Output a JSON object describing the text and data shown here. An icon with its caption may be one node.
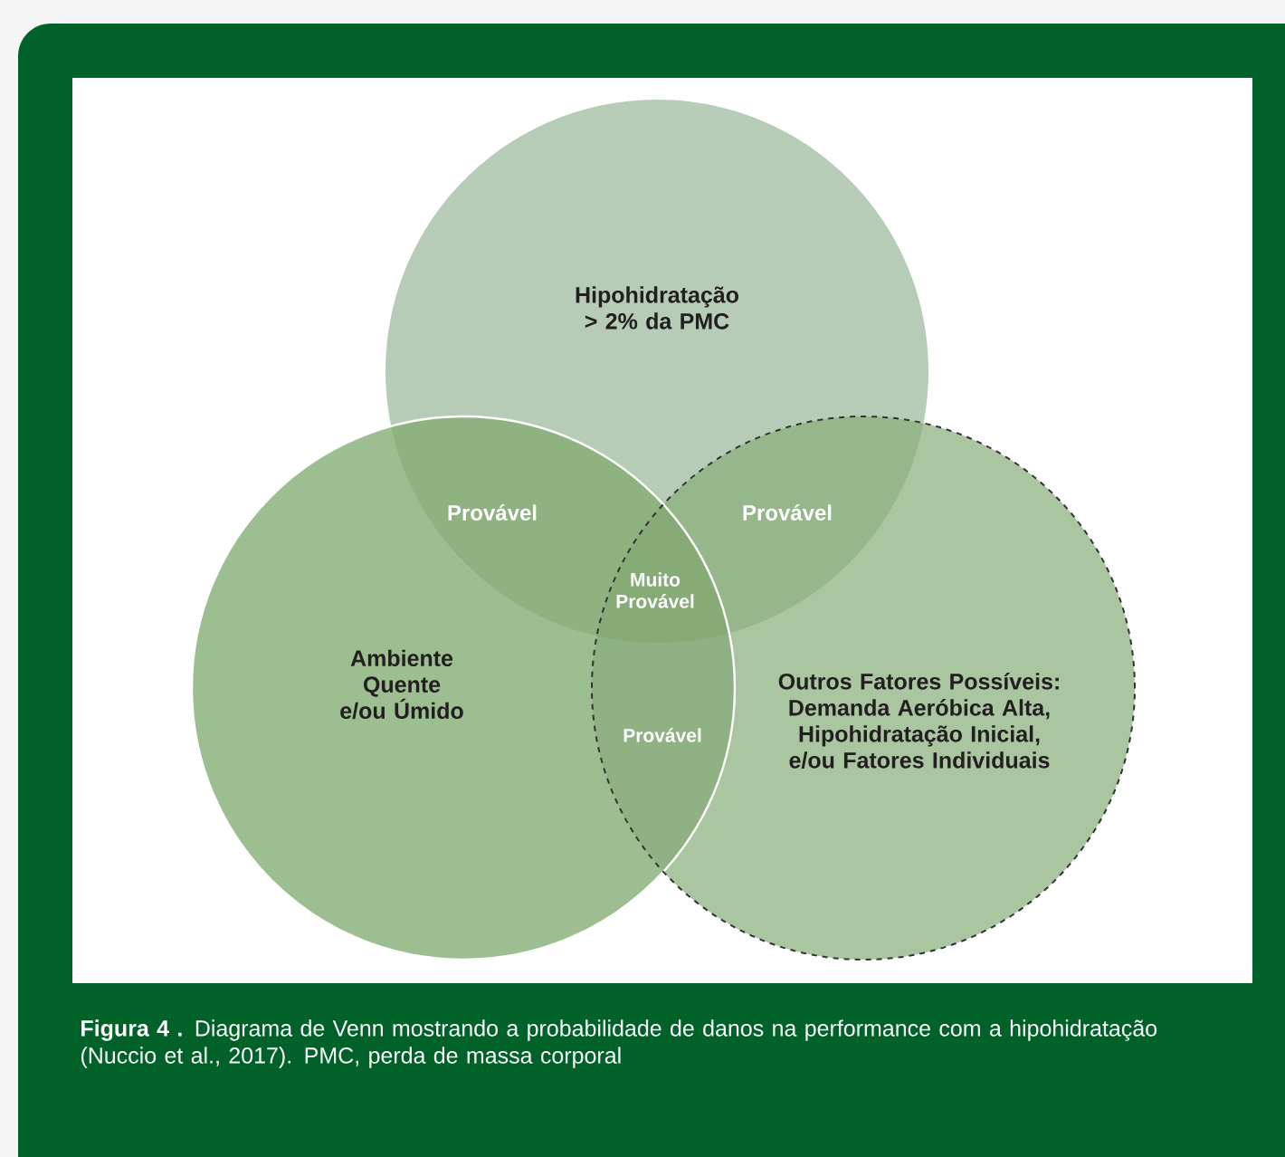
{
  "diagram": {
    "caption": "**Figura 4 .** Diagrama de Venn mostrando a probabilidade de danos na performance com a hipohidratação (Nuccio et al., 2017). PMC, perda de massa corporal",
    "nodes": [
      {
        "text": [
          "Hipohidratação > 2% da PMC"
        ]
      },
      {
        "text": [
          "Ambiente Quente e/ou Úmido"
        ]
      },
      {
        "text": [
          "Outros Fatores Possíveis: Demanda Aeróbica Alta, Hipohidratação Inicial, e/ou Fatores Individuais"
        ]
      }
    ],
    "labels": [
      "Provável",
      "Provável",
      "Muito Provável",
      "Provável"
    ]
  }
}
